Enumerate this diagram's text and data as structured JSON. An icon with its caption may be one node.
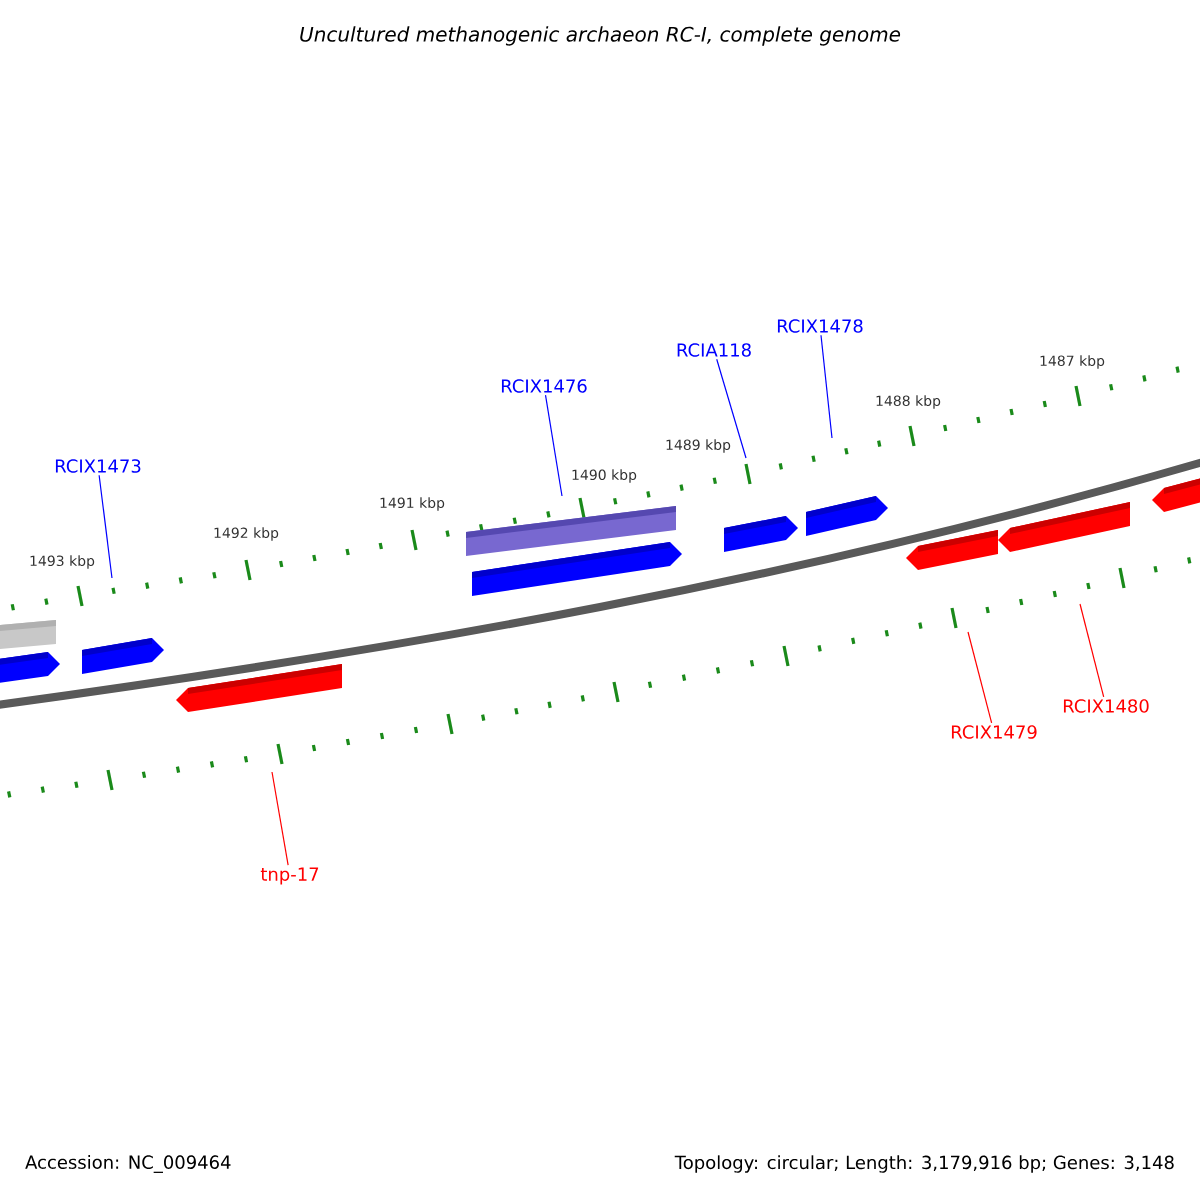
{
  "diagram": {
    "title": "Uncultured methanogenic archaeon RC-I, complete genome",
    "nodes": [
      {
        "text": [
          "RCIX1473"
        ]
      },
      {
        "text": [
          "RCIX1476"
        ]
      },
      {
        "text": [
          "RCIA118"
        ]
      },
      {
        "text": [
          "RCIX1478"
        ]
      },
      {
        "text": [
          "tnp-17"
        ]
      },
      {
        "text": [
          "RCIX1479"
        ]
      },
      {
        "text": [
          "RCIX1480"
        ]
      }
    ],
    "edges": [
      {
        "from": 0,
        "to": null,
        "arrow": "none"
      },
      {
        "from": 1,
        "to": null,
        "arrow": "none"
      },
      {
        "from": 2,
        "to": null,
        "arrow": "none"
      },
      {
        "from": 3,
        "to": null,
        "arrow": "none"
      },
      {
        "from": 4,
        "to": null,
        "arrow": "none",
        "color": "#ff0000"
      },
      {
        "from": 5,
        "to": null,
        "arrow": "none",
        "color": "#ff0000"
      },
      {
        "from": 6,
        "to": null,
        "arrow": "none",
        "color": "#ff0000"
      }
    ],
    "labels": [
      "1487 kbp",
      "1488 kbp",
      "1489 kbp",
      "1490 kbp",
      "1491 kbp",
      "1492 kbp",
      "1493 kbp",
      "Accession: NC_009464",
      "Topology: circular; Length: 3,179,916 bp; Genes: 3,148"
    ]
  }
}
